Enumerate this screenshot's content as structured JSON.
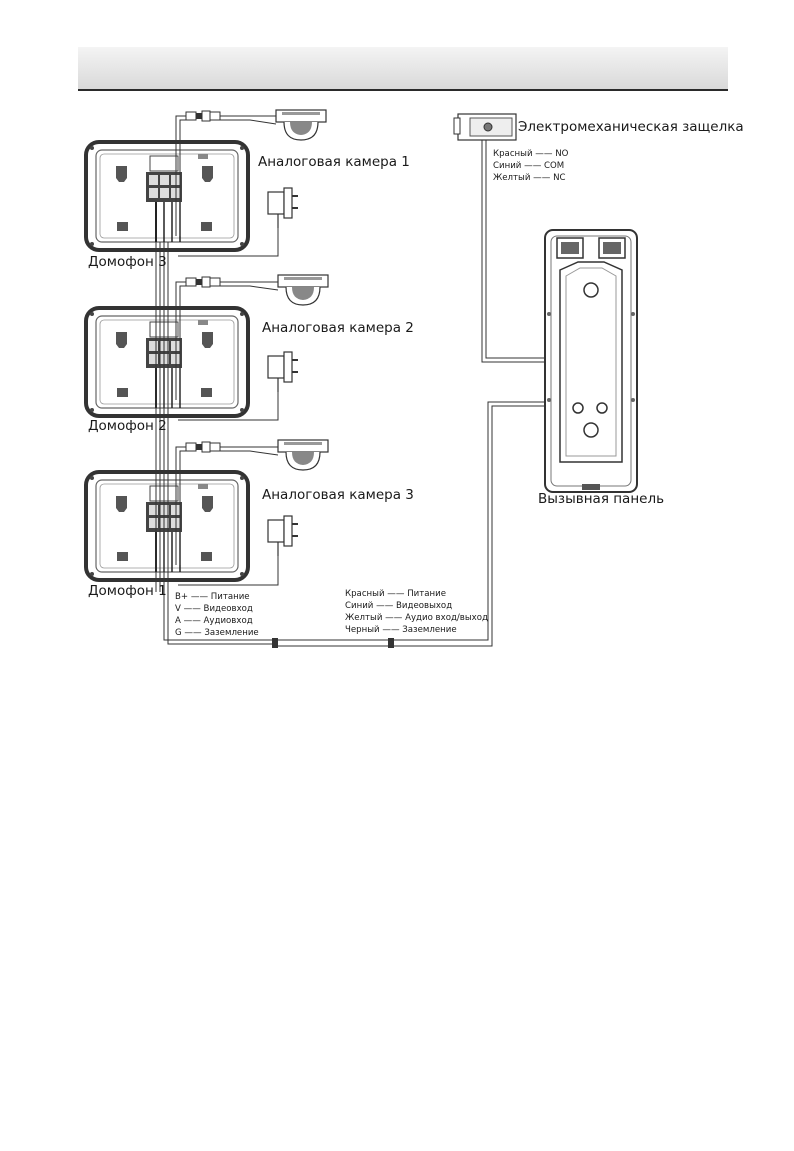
{
  "intercoms": [
    {
      "label": "Домофон 3"
    },
    {
      "label": "Домофон 2"
    },
    {
      "label": "Домофон 1"
    }
  ],
  "cameras": [
    {
      "label": "Аналоговая камера 1"
    },
    {
      "label": "Аналоговая камера 2"
    },
    {
      "label": "Аналоговая камера 3"
    }
  ],
  "lock": {
    "label": "Электромеханическая защелка",
    "wires": [
      {
        "color": "Красный",
        "sep": "——",
        "terminal": "NO"
      },
      {
        "color": "Синий",
        "sep": "——",
        "terminal": "COM"
      },
      {
        "color": "Желтый",
        "sep": "——",
        "terminal": "NC"
      }
    ]
  },
  "door_station": {
    "label": "Вызывная панель"
  },
  "indoor_terminals": [
    {
      "pin": "B+",
      "sep": "——",
      "name": "Питание"
    },
    {
      "pin": "V",
      "sep": "——",
      "name": "Видеовход"
    },
    {
      "pin": "A",
      "sep": "——",
      "name": "Аудиовход"
    },
    {
      "pin": "G",
      "sep": "——",
      "name": "Заземление"
    }
  ],
  "door_wires": [
    {
      "color": "Красный",
      "sep": "——",
      "name": "Питание"
    },
    {
      "color": "Синий",
      "sep": "——",
      "name": "Видеовыход"
    },
    {
      "color": "Желтый",
      "sep": "——",
      "name": "Аудио вход/выход"
    },
    {
      "color": "Черный",
      "sep": "——",
      "name": "Заземление"
    }
  ]
}
